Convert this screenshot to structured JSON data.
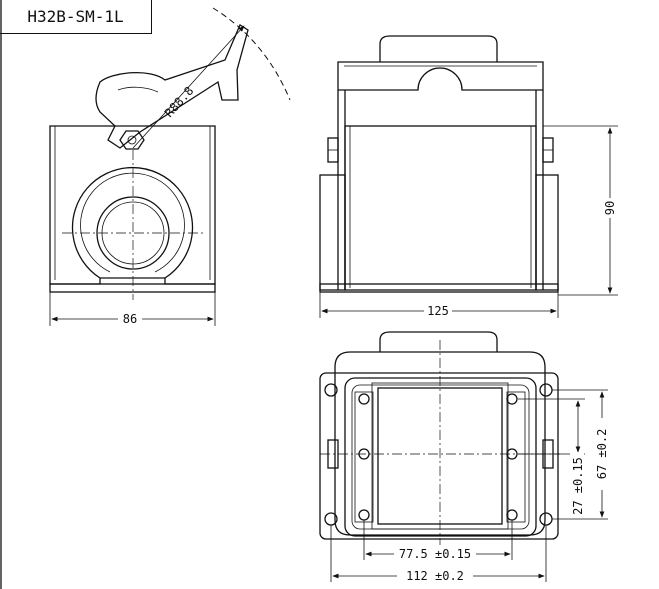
{
  "model": "H32B-SM-1L",
  "radius_label": "R88.8",
  "dims": {
    "side_width": "86",
    "front_width": "125",
    "height": "90",
    "inner_width": "77.5 ±0.15",
    "outer_width": "112 ±0.2",
    "inner_height": "27 ±0.15",
    "outer_height": "67 ±0.2"
  }
}
